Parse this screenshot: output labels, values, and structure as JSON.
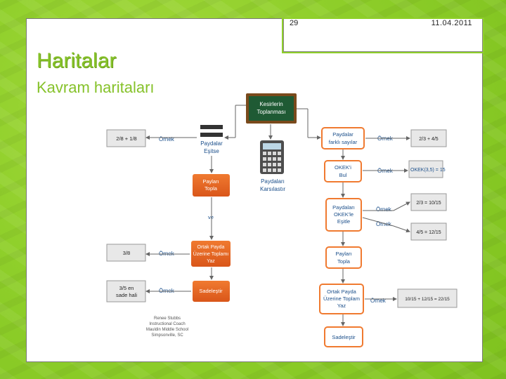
{
  "header": {
    "page_number": "29",
    "date": "11.04.2011"
  },
  "slide": {
    "title": "Haritalar",
    "subtitle": "Kavram haritaları"
  },
  "diagram": {
    "board": [
      "Kesirlerin",
      "Toplanması"
    ],
    "paydalar_esitse": [
      "Paydalar",
      "Eşitse"
    ],
    "paydalar_karsilastir": [
      "Paydaları",
      "Karsılastır"
    ],
    "paylari_topla": [
      "Payları",
      "Topla"
    ],
    "ve": "ve",
    "ortak_payda_left": [
      "Ortak Payda",
      "Üzerine Toplamı",
      "Yaz"
    ],
    "sadelestir_left": "Sadeleştir",
    "paydalar_farkli": [
      "Paydalar",
      "farklı sayılar"
    ],
    "okek_bul": [
      "OKEK'i",
      "Bul"
    ],
    "paydalari_okekle": [
      "Paydaları",
      "OKEK'le",
      "Eşitle"
    ],
    "paylari_topla_right": [
      "Payları",
      "Topla"
    ],
    "ortak_payda_right": [
      "Ortak Payda",
      "Üzerine Toplam",
      "Yaz"
    ],
    "sadelestir_right": "Sadeleştir",
    "ornek": "Örnek",
    "ex_left_1": "2/8 + 1/8",
    "ex_left_2": "3/8",
    "ex_left_3": [
      "3/5 en",
      "sade hali"
    ],
    "ex_right_1": "2/3 + 4/5",
    "ex_right_2": "OKEK(3,5) = 15",
    "ex_right_3": "2/3 = 10/15",
    "ex_right_4": "4/5 = 12/15",
    "ex_right_5": "10/15 + 12/15 = 22/15",
    "credit": [
      "Renee Stubbs",
      "Instructional Coach",
      "Mauldin Middle School",
      "Simpsonville, SC"
    ]
  }
}
